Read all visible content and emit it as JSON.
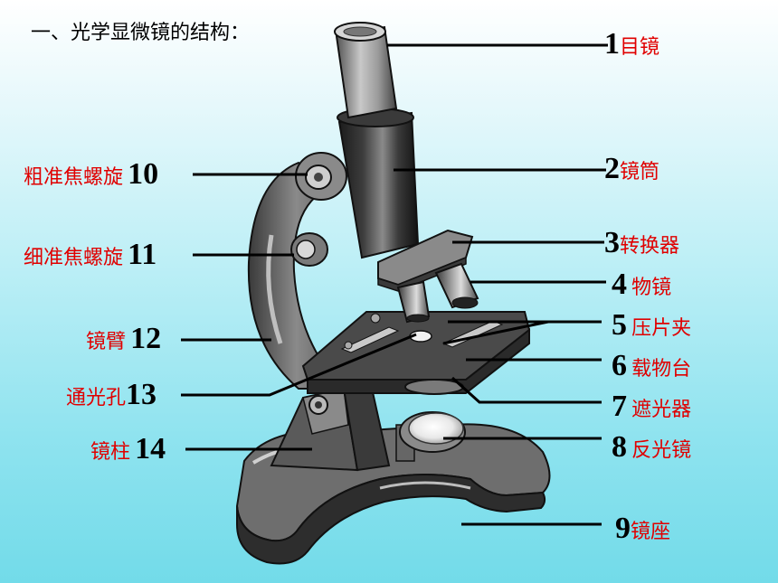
{
  "title": "一、光学显微镜的结构：",
  "colors": {
    "label_text": "#e00000",
    "number_text": "#000000",
    "leader_line": "#000000"
  },
  "parts": [
    {
      "num": "1",
      "name": "目镜"
    },
    {
      "num": "2",
      "name": "镜筒"
    },
    {
      "num": "3",
      "name": "转换器"
    },
    {
      "num": "4",
      "name": "物镜"
    },
    {
      "num": "5",
      "name": "压片夹"
    },
    {
      "num": "6",
      "name": "载物台"
    },
    {
      "num": "7",
      "name": "遮光器"
    },
    {
      "num": "8",
      "name": "反光镜"
    },
    {
      "num": "9",
      "name": "镜座"
    },
    {
      "num": "10",
      "name": "粗准焦螺旋"
    },
    {
      "num": "11",
      "name": "细准焦螺旋"
    },
    {
      "num": "12",
      "name": "镜臂"
    },
    {
      "num": "13",
      "name": "通光孔"
    },
    {
      "num": "14",
      "name": "镜柱"
    }
  ]
}
